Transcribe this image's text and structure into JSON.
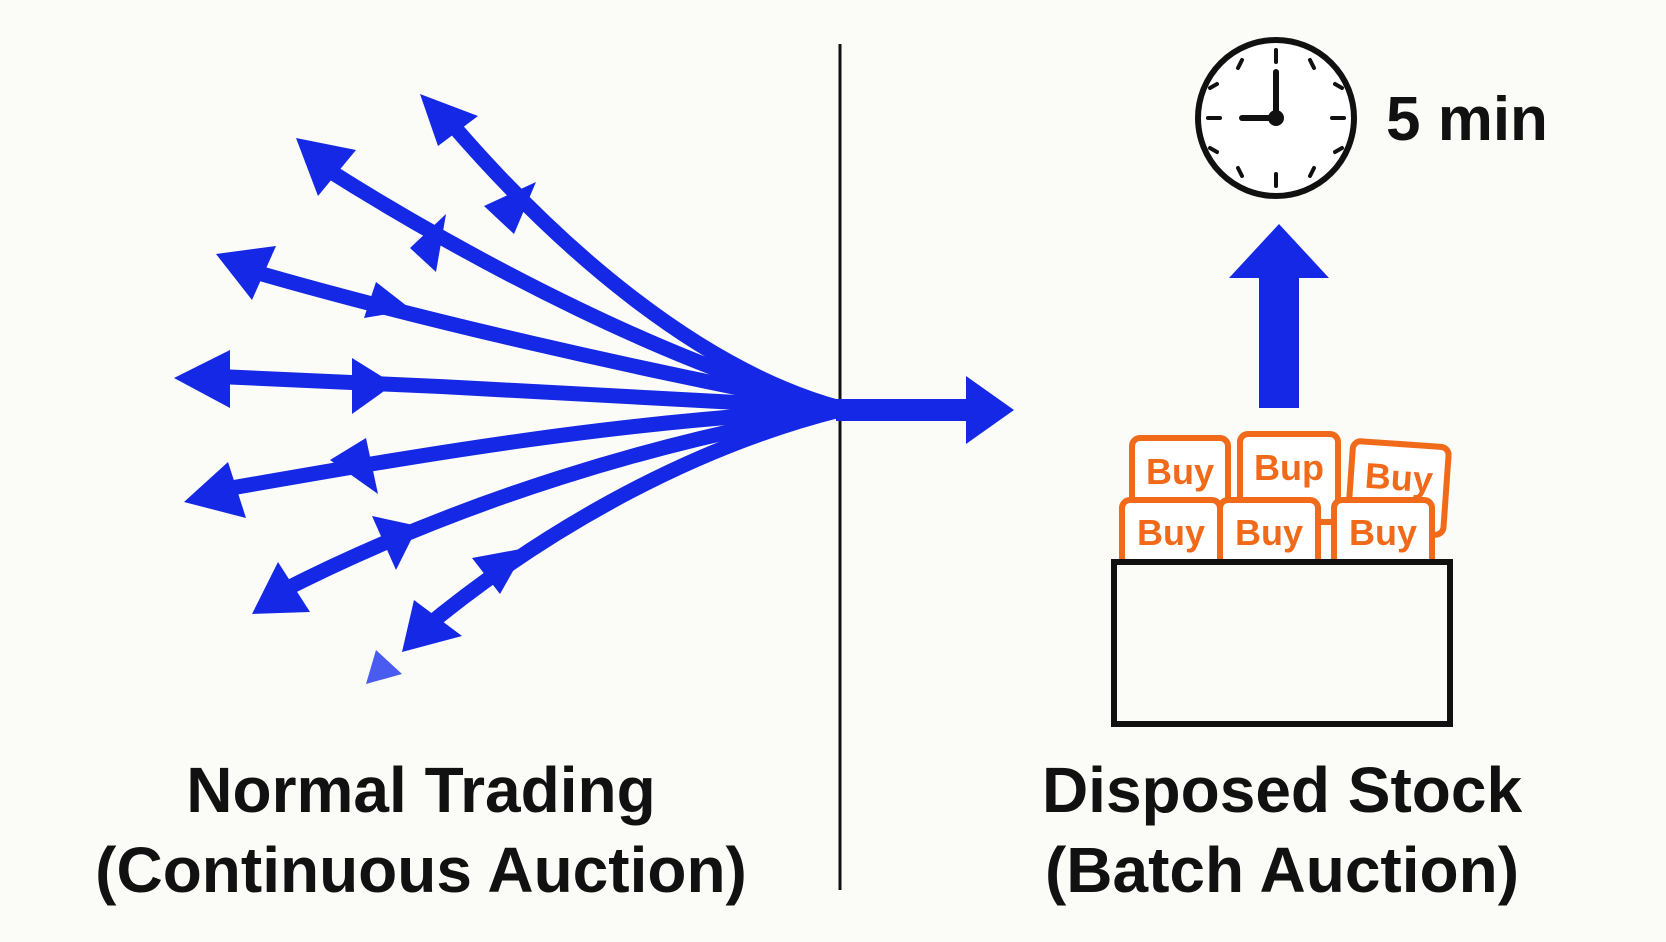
{
  "left_panel": {
    "title_line1": "Normal Trading",
    "title_line2": "(Continuous Auction)"
  },
  "right_panel": {
    "title_line1": "Disposed Stock",
    "title_line2": "(Batch Auction)",
    "timer_label": "5 min",
    "orders": [
      "Buy",
      "Bup",
      "Buy",
      "Buy",
      "Buy",
      "Buy"
    ]
  },
  "colors": {
    "arrow_blue": "#1428e6",
    "order_orange": "#f06a1a",
    "ink": "#111111",
    "background": "#fbfbf8"
  },
  "icons": {
    "timer": "clock-icon",
    "up_arrow": "arrow-up-icon"
  }
}
